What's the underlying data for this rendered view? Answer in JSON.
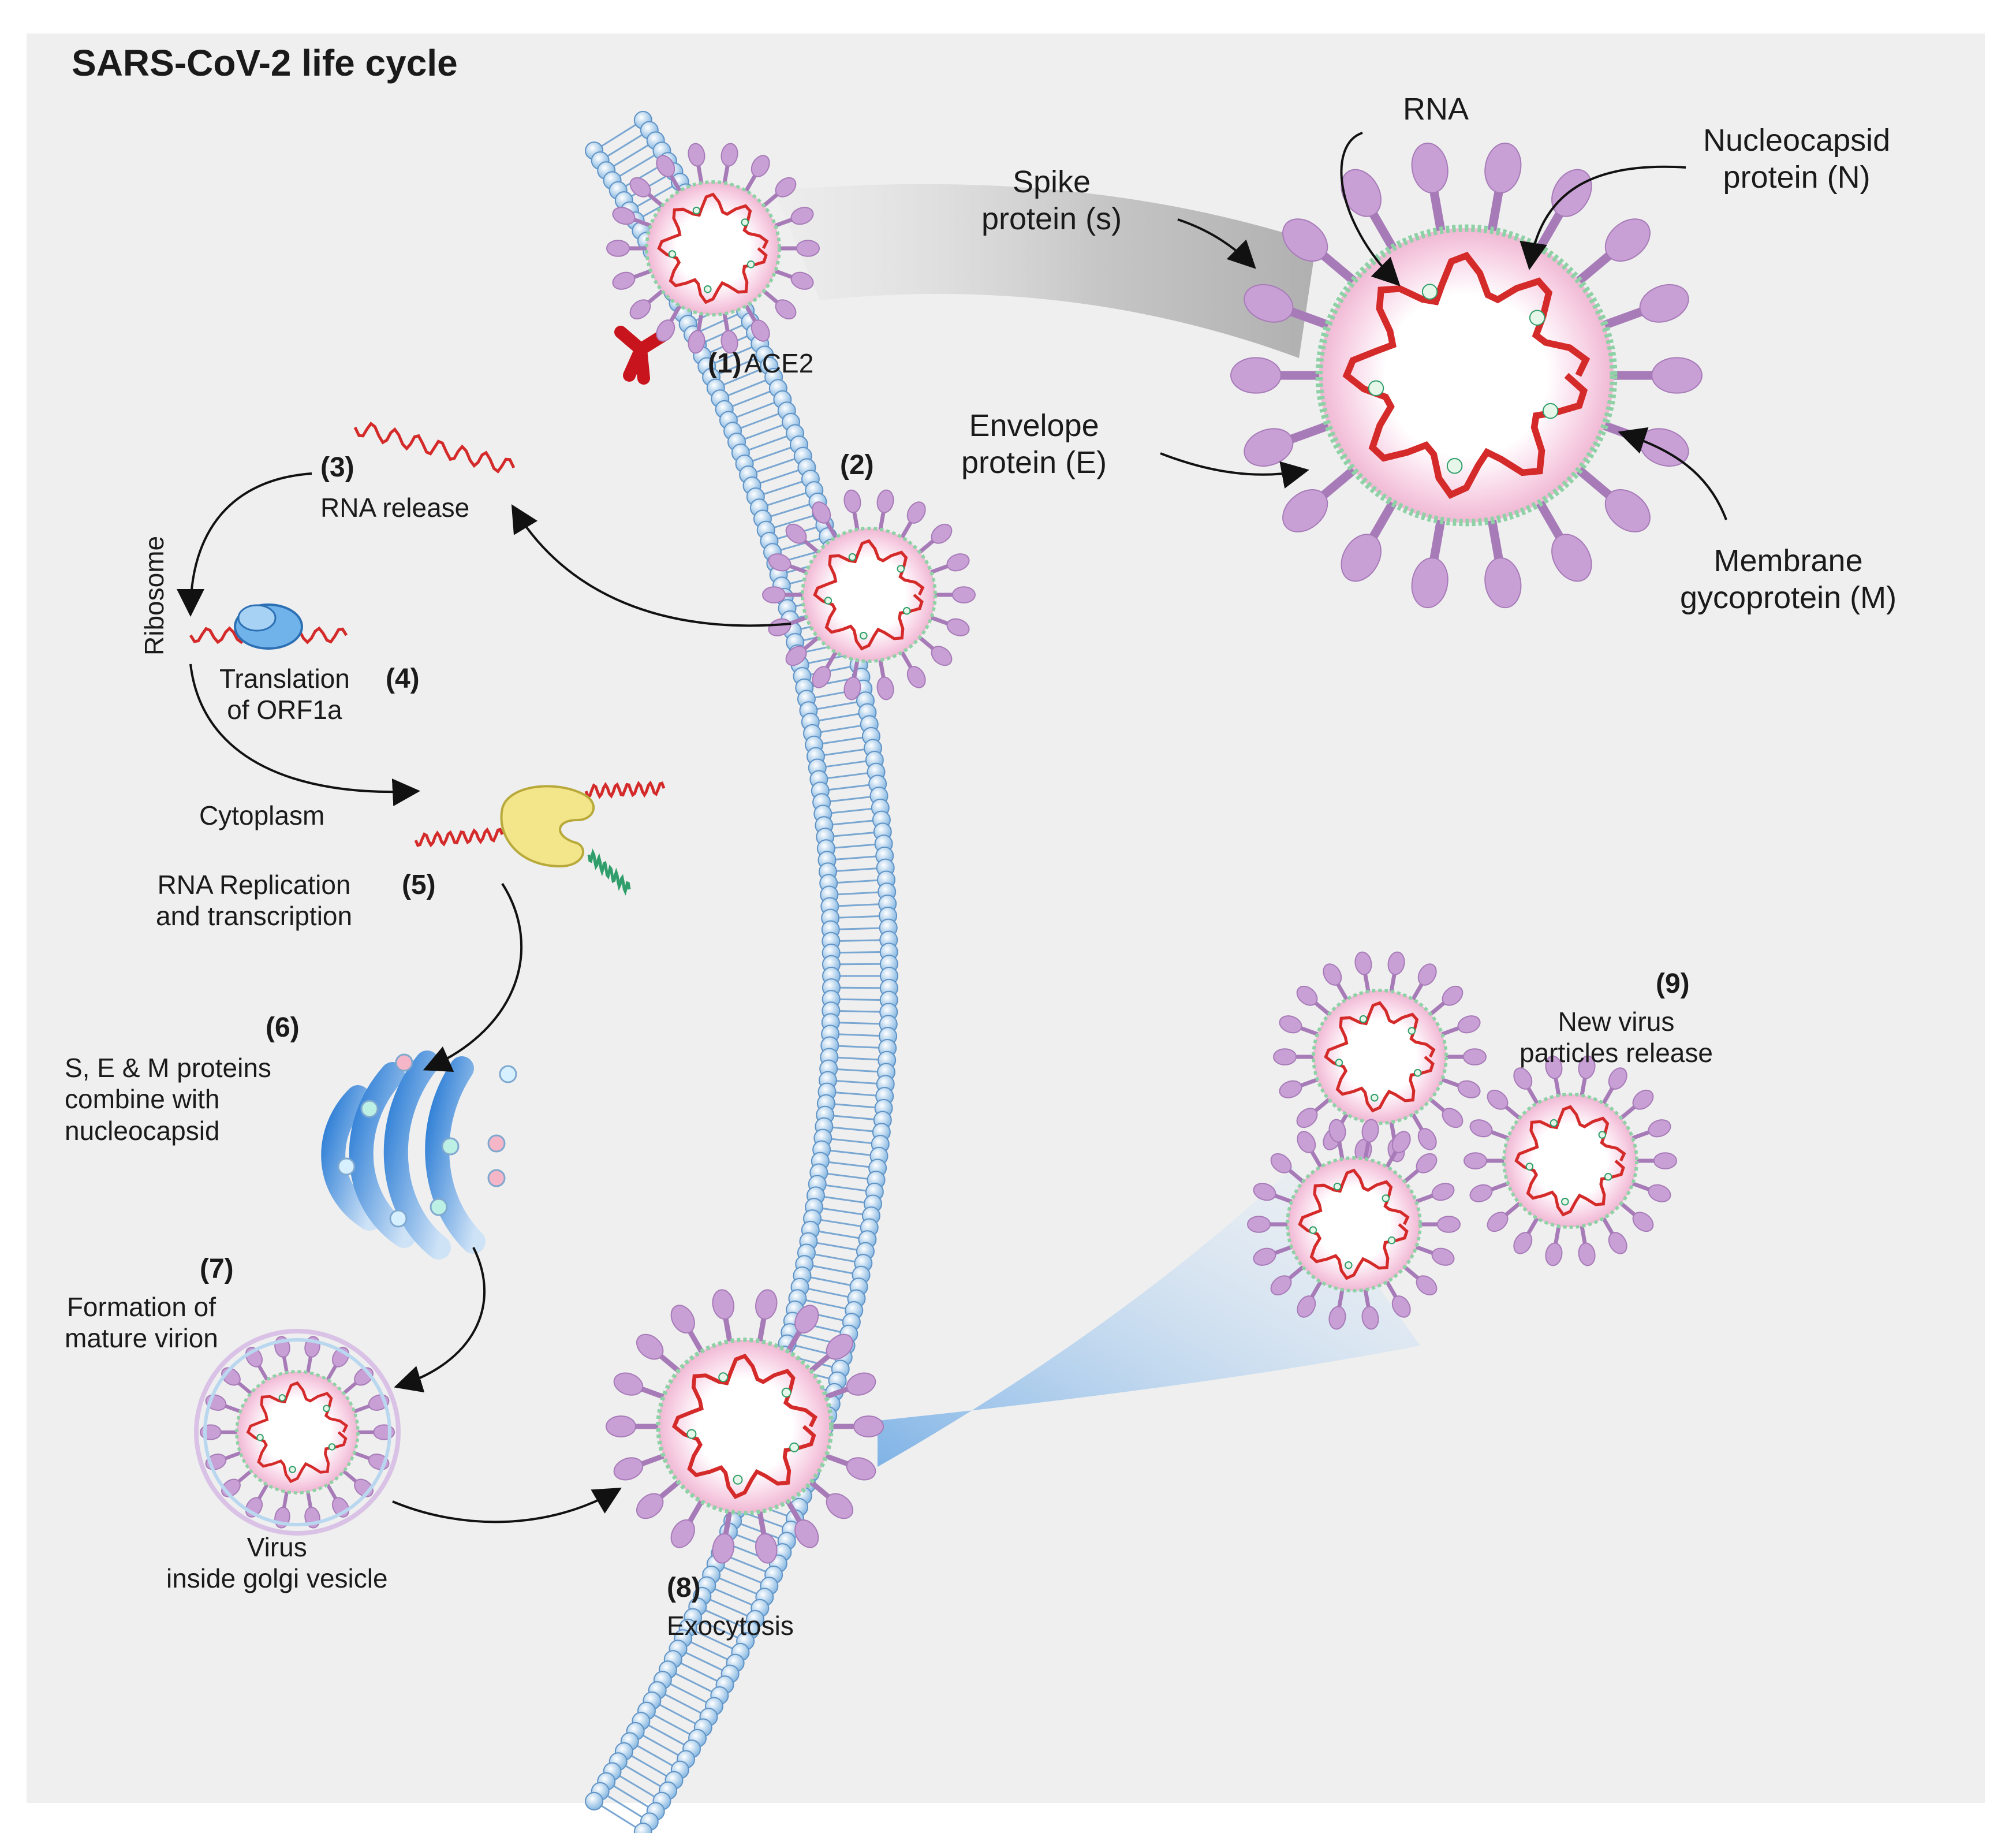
{
  "title": "SARS-CoV-2 life cycle",
  "structure_labels": {
    "rna": "RNA",
    "spike": "Spike\nprotein (s)",
    "nucleocapsid": "Nucleocapsid\nprotein (N)",
    "envelope": "Envelope\nprotein (E)",
    "membrane": "Membrane\ngycoprotein (M)"
  },
  "steps": {
    "s1": {
      "num": "(1)",
      "text": "ACE2"
    },
    "s2": {
      "num": "(2)"
    },
    "s3": {
      "num": "(3)",
      "text": "RNA release"
    },
    "ribosome": "Ribosome",
    "s4": {
      "num": "(4)",
      "text": "Translation\nof ORF1a"
    },
    "cytoplasm": "Cytoplasm",
    "s5": {
      "num": "(5)",
      "text": "RNA Replication\nand transcription"
    },
    "s6": {
      "num": "(6)",
      "text": "S, E & M proteins\ncombine with\nnucleocapsid"
    },
    "s7": {
      "num": "(7)",
      "text": "Formation of\nmature virion"
    },
    "vesicle": "Virus\ninside golgi vesicle",
    "s8": {
      "num": "(8)",
      "text": "Exocytosis"
    },
    "s9": {
      "num": "(9)",
      "text": "New virus\nparticles release"
    }
  },
  "colors": {
    "background": "#efefef",
    "spike": "#c9a0d6",
    "spike_stroke": "#a77bb8",
    "rna": "#d42a2a",
    "envelope_fill": "#f6d2e6",
    "membrane_blue": "#a9cbe8",
    "golgi_blue": "#3f8fd8",
    "yellow_enzyme": "#f3e58a",
    "green_rna": "#2f9e6a",
    "ace2": "#c8141c"
  }
}
